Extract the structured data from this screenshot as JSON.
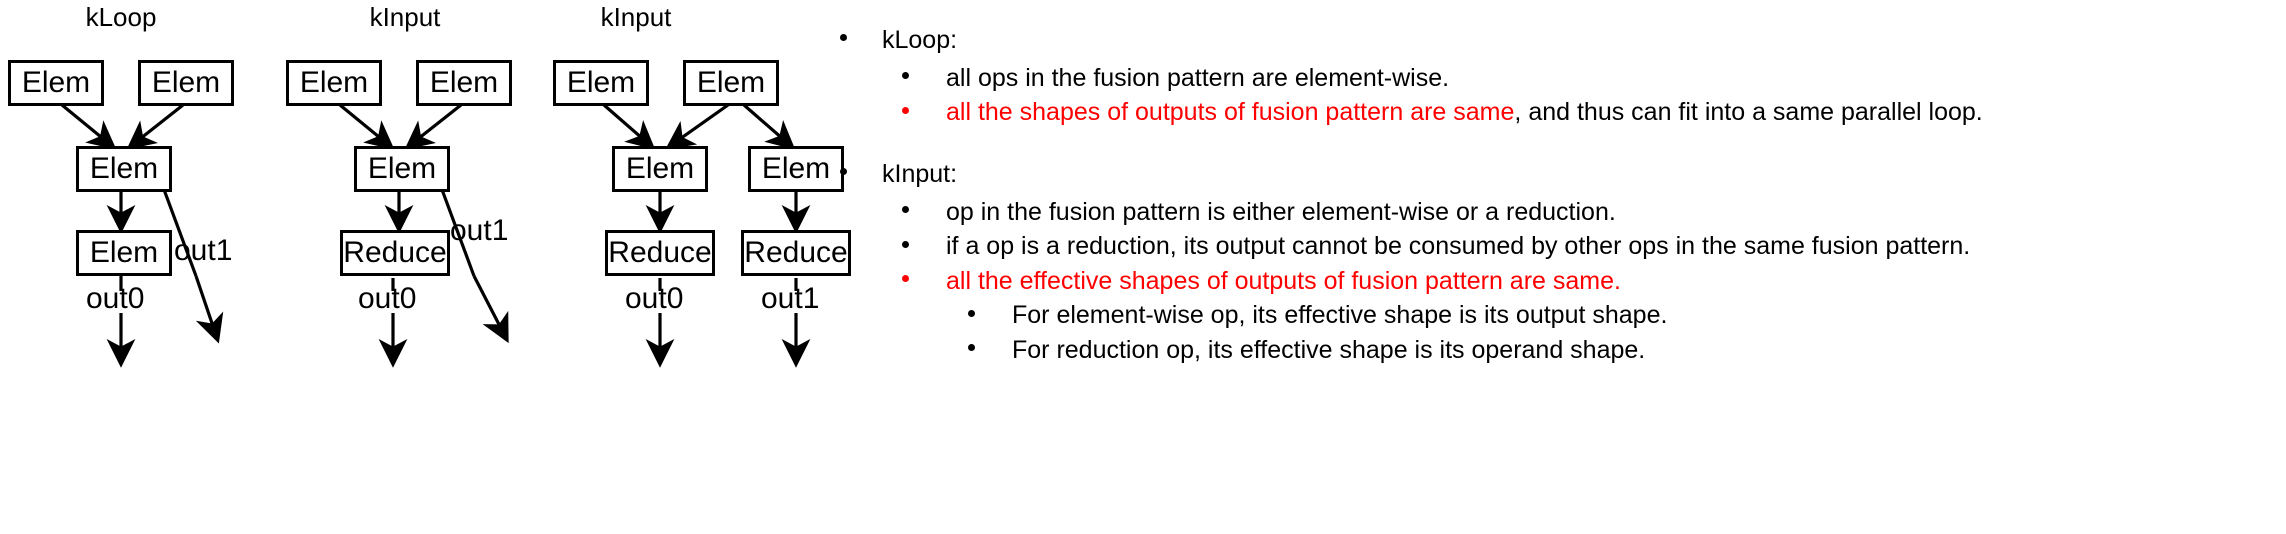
{
  "diagrams": [
    {
      "title": "kLoop",
      "nodes": [
        {
          "id": "a",
          "label": "Elem"
        },
        {
          "id": "b",
          "label": "Elem"
        },
        {
          "id": "c",
          "label": "Elem"
        },
        {
          "id": "d",
          "label": "Elem"
        }
      ],
      "output_labels": [
        "out0",
        "out1"
      ]
    },
    {
      "title": "kInput",
      "nodes": [
        {
          "id": "a",
          "label": "Elem"
        },
        {
          "id": "b",
          "label": "Elem"
        },
        {
          "id": "c",
          "label": "Elem"
        },
        {
          "id": "d",
          "label": "Reduce"
        }
      ],
      "output_labels": [
        "out0",
        "out1"
      ]
    },
    {
      "title": "kInput",
      "nodes": [
        {
          "id": "a",
          "label": "Elem"
        },
        {
          "id": "b",
          "label": "Elem"
        },
        {
          "id": "c",
          "label": "Elem"
        },
        {
          "id": "d",
          "label": "Elem"
        },
        {
          "id": "e",
          "label": "Reduce"
        },
        {
          "id": "f",
          "label": "Reduce"
        }
      ],
      "output_labels": [
        "out0",
        "out1"
      ]
    }
  ],
  "text_panel": {
    "kloop": {
      "heading": "kLoop:",
      "points": [
        {
          "text": "all ops in the fusion pattern are element-wise.",
          "color": "#000000"
        },
        {
          "text": "all the shapes of outputs of fusion pattern are same",
          "tail": ", and thus can fit into a same parallel loop.",
          "color": "#ff0000"
        }
      ]
    },
    "kinput": {
      "heading": "kInput:",
      "points": [
        {
          "text": "op in the fusion pattern is either element-wise or a reduction.",
          "color": "#000000"
        },
        {
          "text": "if a op is a reduction, its output cannot be consumed by other ops in the same fusion pattern.",
          "color": "#000000"
        },
        {
          "text": "all the effective shapes of outputs of fusion pattern are same.",
          "color": "#ff0000"
        }
      ],
      "subpoints": [
        {
          "text": "For element-wise op, its effective shape is its output shape.",
          "color": "#000000"
        },
        {
          "text": "For reduction op, its effective shape is its operand shape.",
          "color": "#000000"
        }
      ]
    }
  },
  "colors": {
    "accent_red": "#ff0000",
    "ink": "#000000",
    "background": "#ffffff"
  }
}
